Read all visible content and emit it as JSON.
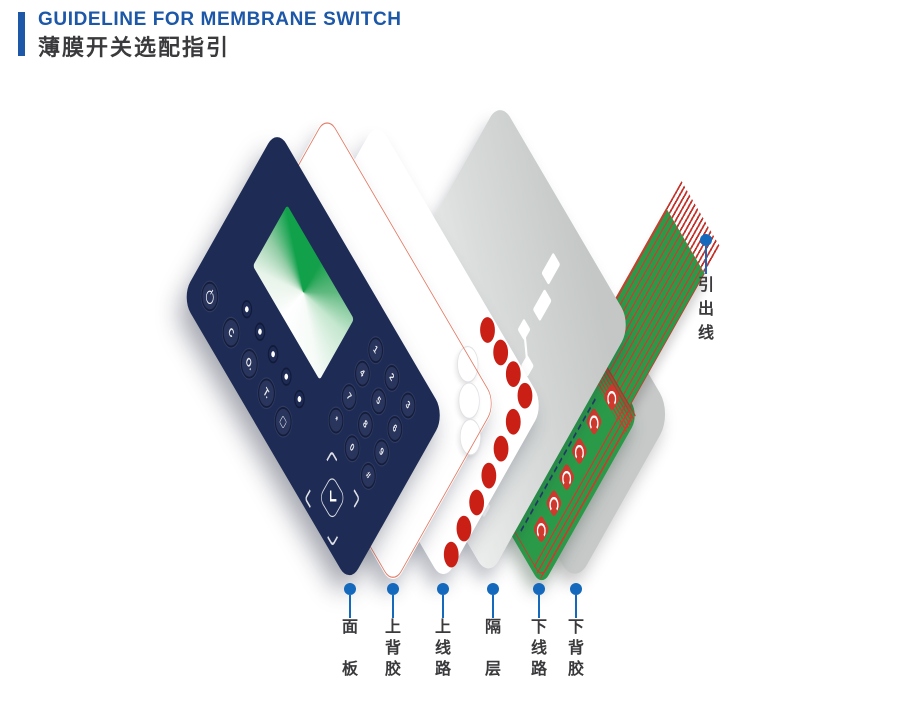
{
  "header": {
    "title_en": "GUIDELINE FOR MEMBRANE SWITCH",
    "title_zh": "薄膜开关选配指引"
  },
  "colors": {
    "header_blue": "#1C57A8",
    "callout_blue": "#1569BD",
    "panel_navy": "#1E2B55",
    "pcb_green": "#2A9A49",
    "circuit_red": "#D0392E",
    "dot_red": "#C91F15",
    "back_gray": "#C6C9C8",
    "label_ink": "#3A3A3C"
  },
  "diagram": {
    "lead_wire_label": {
      "text": "引出线",
      "chars": [
        "引",
        "出",
        "线"
      ]
    },
    "layer_labels": [
      {
        "id": "panel",
        "text": "面板",
        "chars": [
          "面",
          "板"
        ]
      },
      {
        "id": "upper-adhesive",
        "text": "上背胶",
        "chars": [
          "上",
          "背",
          "胶"
        ]
      },
      {
        "id": "upper-circuit",
        "text": "上线路",
        "chars": [
          "上",
          "线",
          "路"
        ]
      },
      {
        "id": "spacer",
        "text": "隔层",
        "chars": [
          "隔",
          "层"
        ]
      },
      {
        "id": "lower-circuit",
        "text": "下线路",
        "chars": [
          "下",
          "线",
          "路"
        ]
      },
      {
        "id": "lower-adhesive",
        "text": "下背胶",
        "chars": [
          "下",
          "背",
          "胶"
        ]
      }
    ],
    "panel_keypad": {
      "digits": [
        "1",
        "2",
        "3",
        "4",
        "5",
        "6",
        "7",
        "8",
        "9",
        "*",
        "0",
        "#"
      ],
      "function_keys": [
        "C",
        "O.",
        "T.",
        "▢"
      ]
    }
  }
}
